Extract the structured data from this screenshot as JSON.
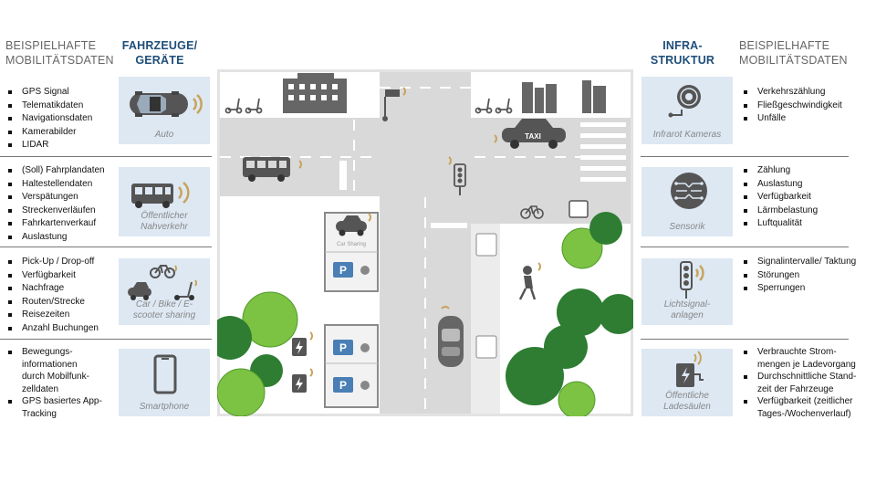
{
  "left": {
    "header_data": "BEISPIELHAFTE\nMOBILITÄTSDATEN",
    "header_devices": "FAHRZEUGE/\nGERÄTE",
    "rows": [
      {
        "caption": "Auto",
        "items": [
          "GPS Signal",
          "Telematikdaten",
          "Navigationsdaten",
          "Kamerabilder",
          "LIDAR"
        ]
      },
      {
        "caption": "Öffentlicher\nNahverkehr",
        "items": [
          "(Soll) Fahrplandaten",
          "Haltestellendaten",
          "Verspätungen",
          "Streckenverläufen",
          "Fahrkartenverkauf",
          "Auslastung"
        ]
      },
      {
        "caption": "Car / Bike / E-\nscooter sharing",
        "items": [
          "Pick-Up / Drop-off",
          "Verfügbarkeit",
          "Nachfrage",
          "Routen/Strecke",
          "Reisezeiten",
          "Anzahl Buchungen"
        ]
      },
      {
        "caption": "Smartphone",
        "items": [
          "Bewegungs-\ninformationen\ndurch Mobilfunk-\nzelldaten",
          "GPS basiertes App-\nTracking"
        ]
      }
    ]
  },
  "right": {
    "header_infra": "INFRA-\nSTRUKTUR",
    "header_data": "BEISPIELHAFTE\nMOBILITÄTSDATEN",
    "rows": [
      {
        "caption": "Infrarot Kameras",
        "items": [
          "Verkehrszählung",
          "Fließgeschwindigkeit",
          "Unfälle"
        ]
      },
      {
        "caption": "Sensorik",
        "items": [
          "Zählung",
          "Auslastung",
          "Verfügbarkeit",
          "Lärmbelastung",
          "Luftqualität"
        ]
      },
      {
        "caption": "Lichtsignal-\nanlagen",
        "items": [
          "Signalintervalle/ Taktung",
          "Störungen",
          "Sperrungen"
        ]
      },
      {
        "caption": "Öffentliche\nLadesäulen",
        "items": [
          "Verbrauchte Strom-\nmengen je Ladevorgang",
          "Durchschnittliche Stand-\nzeit der Fahrzeuge",
          "Verfügbarkeit (zeitlicher\nTages-/Wochenverlauf)"
        ]
      }
    ]
  },
  "scene": {
    "taxi_label": "TAXI",
    "parking_label": "P",
    "carsharing_label": "Car Sharing"
  },
  "colors": {
    "accent": "#1f4e79",
    "tile": "#dde8f3",
    "signal": "#c8a35a",
    "road": "#d9d9d9",
    "tree_dark": "#2e7d32",
    "tree_light": "#7cc243"
  }
}
